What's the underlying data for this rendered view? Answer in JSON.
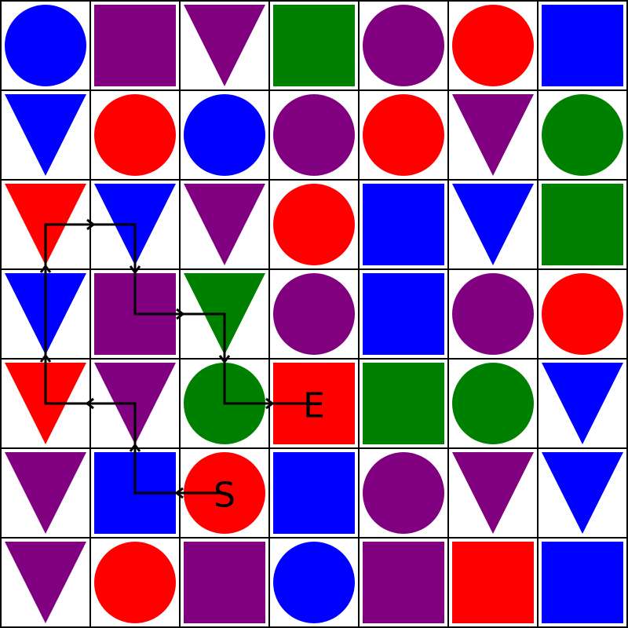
{
  "grid": {
    "rows": 7,
    "cols": 7,
    "cells": [
      [
        {
          "shape": "circle",
          "color": "blue"
        },
        {
          "shape": "square",
          "color": "purple"
        },
        {
          "shape": "triangle",
          "color": "purple"
        },
        {
          "shape": "square",
          "color": "green"
        },
        {
          "shape": "circle",
          "color": "purple"
        },
        {
          "shape": "circle",
          "color": "red"
        },
        {
          "shape": "square",
          "color": "blue"
        }
      ],
      [
        {
          "shape": "triangle",
          "color": "blue"
        },
        {
          "shape": "circle",
          "color": "red"
        },
        {
          "shape": "circle",
          "color": "blue"
        },
        {
          "shape": "circle",
          "color": "purple"
        },
        {
          "shape": "circle",
          "color": "red"
        },
        {
          "shape": "triangle",
          "color": "purple"
        },
        {
          "shape": "circle",
          "color": "green"
        }
      ],
      [
        {
          "shape": "triangle",
          "color": "red"
        },
        {
          "shape": "triangle",
          "color": "blue"
        },
        {
          "shape": "triangle",
          "color": "purple"
        },
        {
          "shape": "circle",
          "color": "red"
        },
        {
          "shape": "square",
          "color": "blue"
        },
        {
          "shape": "triangle",
          "color": "blue"
        },
        {
          "shape": "square",
          "color": "green"
        }
      ],
      [
        {
          "shape": "triangle",
          "color": "blue"
        },
        {
          "shape": "square",
          "color": "purple"
        },
        {
          "shape": "triangle",
          "color": "green"
        },
        {
          "shape": "circle",
          "color": "purple"
        },
        {
          "shape": "square",
          "color": "blue"
        },
        {
          "shape": "circle",
          "color": "purple"
        },
        {
          "shape": "circle",
          "color": "red"
        }
      ],
      [
        {
          "shape": "triangle",
          "color": "red"
        },
        {
          "shape": "triangle",
          "color": "purple"
        },
        {
          "shape": "circle",
          "color": "green"
        },
        {
          "shape": "square",
          "color": "red"
        },
        {
          "shape": "square",
          "color": "green"
        },
        {
          "shape": "circle",
          "color": "green"
        },
        {
          "shape": "triangle",
          "color": "blue"
        }
      ],
      [
        {
          "shape": "triangle",
          "color": "purple"
        },
        {
          "shape": "square",
          "color": "blue"
        },
        {
          "shape": "circle",
          "color": "red"
        },
        {
          "shape": "square",
          "color": "blue"
        },
        {
          "shape": "circle",
          "color": "purple"
        },
        {
          "shape": "triangle",
          "color": "purple"
        },
        {
          "shape": "triangle",
          "color": "blue"
        }
      ],
      [
        {
          "shape": "triangle",
          "color": "purple"
        },
        {
          "shape": "circle",
          "color": "red"
        },
        {
          "shape": "square",
          "color": "purple"
        },
        {
          "shape": "circle",
          "color": "blue"
        },
        {
          "shape": "square",
          "color": "purple"
        },
        {
          "shape": "square",
          "color": "red"
        },
        {
          "shape": "square",
          "color": "blue"
        }
      ]
    ]
  },
  "path": {
    "start_label": "S",
    "end_label": "E",
    "start": {
      "row": 5,
      "col": 2
    },
    "end": {
      "row": 4,
      "col": 3
    },
    "steps": [
      {
        "row": 5,
        "col": 2
      },
      {
        "row": 5,
        "col": 1
      },
      {
        "row": 4,
        "col": 1
      },
      {
        "row": 4,
        "col": 0
      },
      {
        "row": 3,
        "col": 0
      },
      {
        "row": 2,
        "col": 0
      },
      {
        "row": 2,
        "col": 1
      },
      {
        "row": 3,
        "col": 1
      },
      {
        "row": 3,
        "col": 2
      },
      {
        "row": 4,
        "col": 2
      },
      {
        "row": 4,
        "col": 3
      }
    ]
  },
  "colors": {
    "blue": "#0000ff",
    "purple": "#800080",
    "green": "#008000",
    "red": "#ff0000",
    "grid_line": "#000000",
    "path_line": "#000000",
    "background": "#ffffff"
  }
}
